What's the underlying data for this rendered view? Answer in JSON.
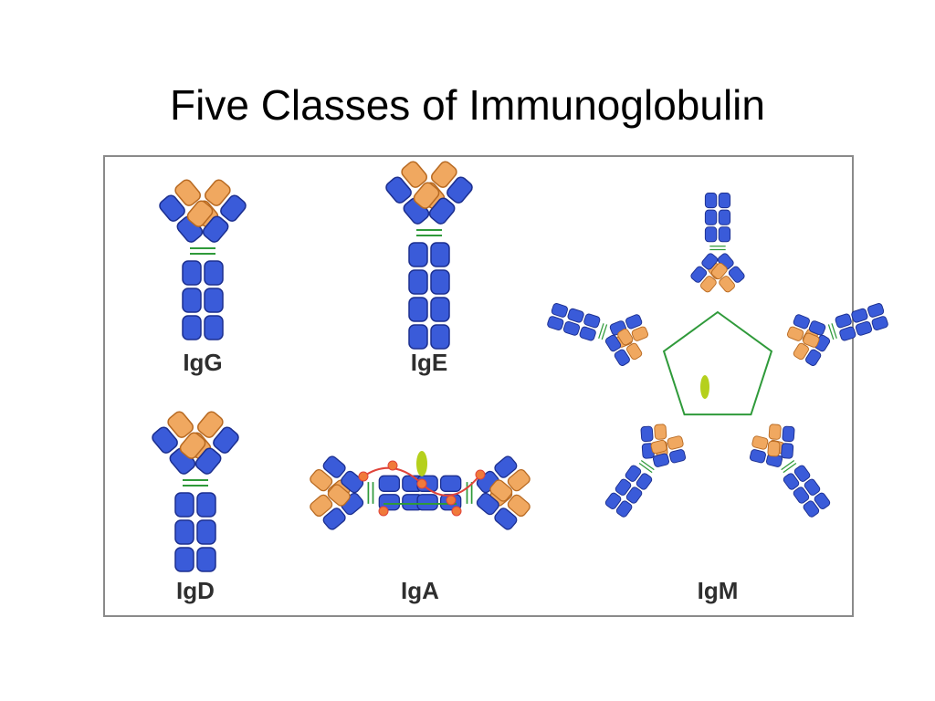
{
  "slide": {
    "title": "Five Classes of Immunoglobulin"
  },
  "classes": [
    {
      "id": "igg",
      "label": "IgG"
    },
    {
      "id": "ige",
      "label": "IgE"
    },
    {
      "id": "igd",
      "label": "IgD"
    },
    {
      "id": "iga",
      "label": "IgA"
    },
    {
      "id": "igm",
      "label": "IgM"
    }
  ],
  "colors": {
    "heavy_chain": "#3a5bd9",
    "heavy_chain_dark": "#1c2f8f",
    "light_chain": "#f0a860",
    "light_chain_dark": "#b86a22",
    "disulfide_bond": "#2f9a3a",
    "j_chain": "#b5d01c",
    "secretory_component": "#e0443a",
    "secretory_bead": "#f07a3a"
  }
}
